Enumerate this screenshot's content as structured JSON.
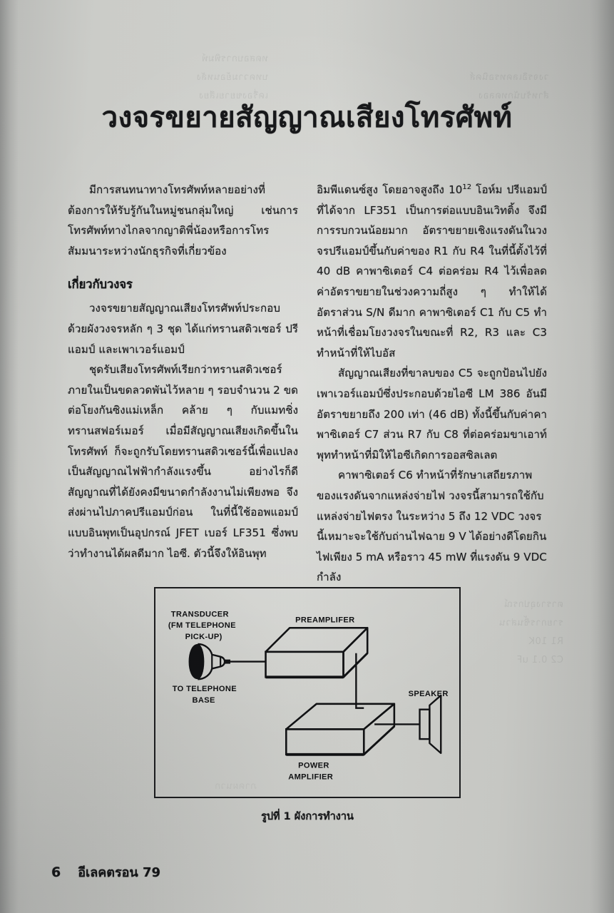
{
  "document": {
    "title": "วงจรขยายสัญญาณเสียงโทรศัพท์",
    "language": "Thai"
  },
  "left_column": {
    "intro_paragraph": "มีการสนทนาทางโทรศัพท์หลายอย่างที่ต้องการให้รับรู้กันในหมู่ชนกลุ่มใหญ่ เช่นการโทรศัพท์ทางไกลจากญาติพี่น้องหรือการโทรสัมมนาระหว่างนักธุรกิจที่เกี่ยวข้อง",
    "section_heading": "เกี่ยวกับวงจร",
    "paragraph_2": "วงจรขยายสัญญาณเสียงโทรศัพท์ประกอบด้วยผังวงจรหลัก ๆ 3 ชุด ได้แก่ทรานสดิวเซอร์ ปรีแอมป์ และเพาเวอร์แอมป์",
    "paragraph_3": "ชุดรับเสียงโทรศัพท์เรียกว่าทรานสดิวเซอร์ ภายในเป็นขดลวดพันไว้หลาย ๆ รอบจำนวน 2 ขดต่อโยงกันซิงแม่เหล็ก คล้าย ๆ กับแมทชิ่งทรานสฟอร์เมอร์ เมื่อมีสัญญาณเสียงเกิดขึ้นในโทรศัพท์ ก็จะถูกรับโดยทรานสดิวเซอร์นี้เพื่อแปลงเป็นสัญญาณไฟฟ้ากำลังแรงขึ้น อย่างไรก็ดีสัญญาณที่ได้ยังคงมีขนาดกำลังงานไม่เพียงพอ จึงส่งผ่านไปภาคปรีแอมป์ก่อน ในที่นี้ใช้ออพแอมป์แบบอินพุทเป็นอุปกรณ์ JFET เบอร์ LF351 ซึ่งพบว่าทำงานได้ผลดีมาก ไอซี. ตัวนี้จึงให้อินพุท"
  },
  "right_column": {
    "paragraph_1_part1": "อิมพีแดนซ์สูง โดยอาจสูงถึง 10",
    "paragraph_1_exponent": "12",
    "paragraph_1_part2": " โอห์ม ปรีแอมป์ที่ได้จาก LF351 เป็นการต่อแบบอินเวิทติ้ง จึงมีการรบกวนน้อยมาก อัตราขยายเชิงแรงดันในวงจรปรีแอมป์ขึ้นกับค่าของ R1 กับ R4 ในที่นี้ตั้งไว้ที่ 40 dB คาพาซิเตอร์ C4 ต่อคร่อม R4 ไว้เพื่อลดค่าอัตราขยายในช่วงความถี่สูง ๆ ทำให้ได้อัตราส่วน S/N ดีมาก คาพาซิเตอร์ C1 กับ C5 ทำหน้าที่เชื่อมโยงวงจรในขณะที่ R2, R3 และ C3 ทำหน้าที่ให้ไบอัส",
    "paragraph_2": "สัญญาณเสียงที่ขาลบของ C5 จะถูกป้อนไปยังเพาเวอร์แอมป์ซึ่งประกอบด้วยไอซี LM 386 อันมีอัตราขยายถึง 200 เท่า (46 dB) ทั้งนี้ขึ้นกับค่าคาพาซิเตอร์ C7 ส่วน R7 กับ C8 ที่ต่อคร่อมขาเอาท์พุททำหน้าที่มิให้ไอซีเกิดการออสซิลเลต",
    "paragraph_3": "คาพาซิเตอร์ C6 ทำหน้าที่รักษาเสถียรภาพของแรงดันจากแหล่งจ่ายไฟ วงจรนี้สามารถใช้กับแหล่งจ่ายไฟตรง ในระหว่าง 5 ถึง 12 VDC วงจรนี้เหมาะจะใช้กับถ่านไฟฉาย 9 V ได้อย่างดีโดยกินไฟเพียง 5 mA หรือราว 45 mW ที่แรงดัน 9 VDC กำลัง"
  },
  "figure": {
    "caption": "รูปที่ 1 ผังการทำงาน",
    "labels": {
      "transducer_line1": "TRANSDUCER",
      "transducer_line2": "(FM TELEPHONE",
      "transducer_line3": "PICK-UP)",
      "telephone_base_line1": "TO TELEPHONE",
      "telephone_base_line2": "BASE",
      "preamplifier": "PREAMPLIFER",
      "power_amp_line1": "POWER",
      "power_amp_line2": "AMPLIFIER",
      "speaker": "SPEAKER"
    },
    "blocks": [
      "transducer-pickup",
      "preamplifier-box",
      "power-amplifier-box",
      "speaker-cone"
    ]
  },
  "footer": {
    "page_number": "6",
    "magazine": "อีเลคตรอน 79"
  },
  "colors": {
    "paper": "#c9cac6",
    "ink": "#17181a",
    "surround": "#6f7072"
  },
  "bleed_through": {
    "t1": "ทดสอบการพิมพ์\nบทความย้อนหลัง\nเครื่องขยายเสียง",
    "t2": "วงจรอิเลคทรอนิคส์\nสำหรับนักทดลอง",
    "t3": "ตารางอุปกรณ์\nรายการชิ้นส่วน\nR1  10K\nC2  0.1 uF",
    "t4": "ภาคผนวก"
  }
}
